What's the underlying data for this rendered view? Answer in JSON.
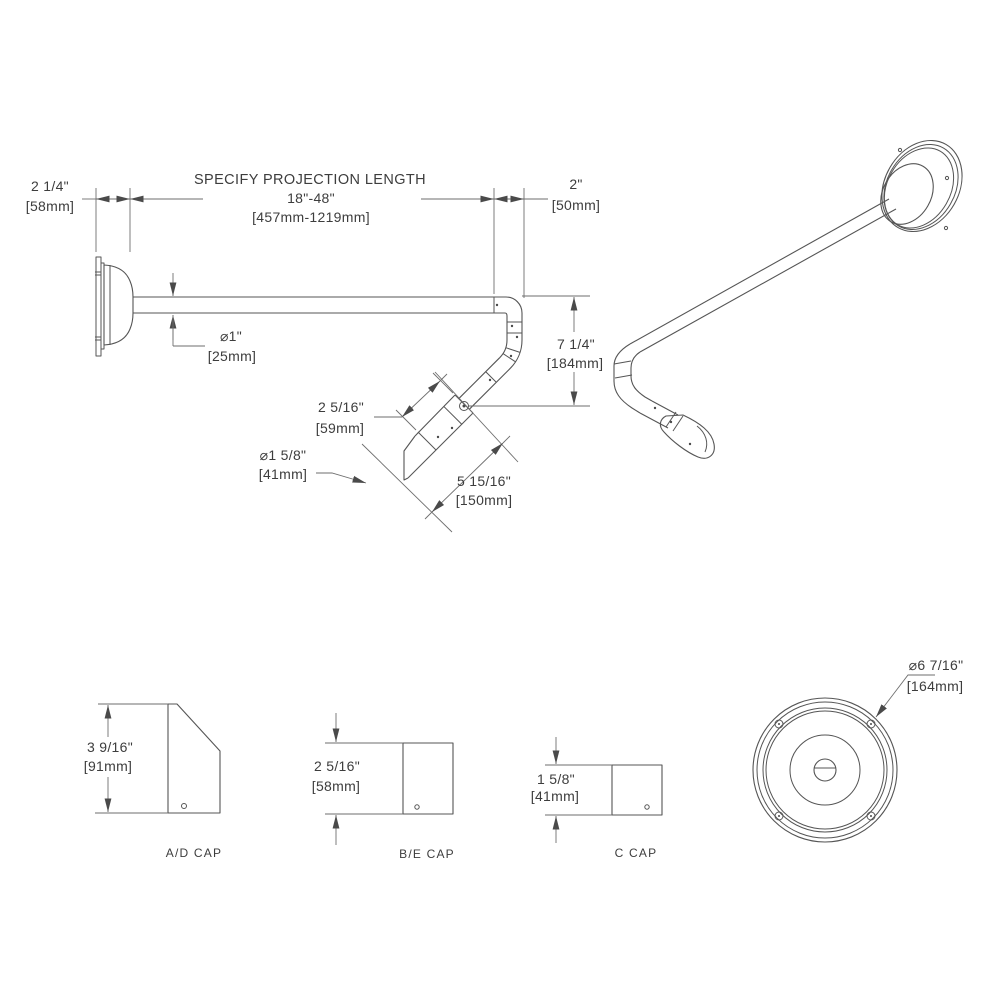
{
  "colors": {
    "background": "#ffffff",
    "line": "#555555",
    "dimension_line": "#6e6e6e",
    "text": "#3d3d3d"
  },
  "front_view": {
    "wall_depth": {
      "in": "2 1/4\"",
      "mm": "[58mm]"
    },
    "projection": {
      "title": "SPECIFY PROJECTION LENGTH",
      "range_in": "18\"-48\"",
      "range_mm": "[457mm-1219mm]"
    },
    "end_offset": {
      "in": "2\"",
      "mm": "[50mm]"
    },
    "pipe_dia": {
      "in": "⌀1\"",
      "mm": "[25mm]"
    },
    "drop": {
      "in": "7 1/4\"",
      "mm": "[184mm]"
    },
    "collar_length": {
      "in": "2 5/16\"",
      "mm": "[59mm]"
    },
    "stem_dia": {
      "in": "⌀1 5/8\"",
      "mm": "[41mm]"
    },
    "stem_length": {
      "in": "5 15/16\"",
      "mm": "[150mm]"
    }
  },
  "caps": [
    {
      "label": "A/D CAP",
      "height_in": "3 9/16\"",
      "height_mm": "[91mm]"
    },
    {
      "label": "B/E CAP",
      "height_in": "2 5/16\"",
      "height_mm": "[58mm]"
    },
    {
      "label": "C CAP",
      "height_in": "1 5/8\"",
      "height_mm": "[41mm]"
    }
  ],
  "canopy_view": {
    "dia_in": "⌀6 7/16\"",
    "dia_mm": "[164mm]"
  }
}
